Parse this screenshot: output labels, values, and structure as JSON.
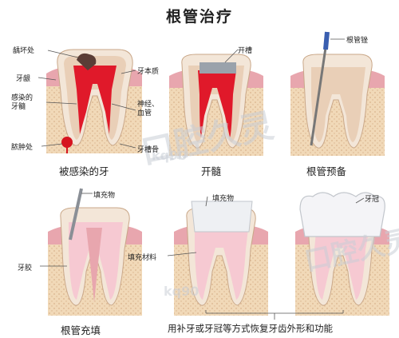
{
  "title": "根管治疗",
  "panels": {
    "p1": {
      "caption": "被感染的牙",
      "labels": {
        "caries": "龋坏处",
        "gum": "牙龈",
        "infected_pulp": "感染的\n牙髓",
        "abscess": "脓肿处",
        "dentin": "牙本质",
        "nerve_vessel": "神经、\n血管",
        "alveolar_bone": "牙槽骨"
      }
    },
    "p2": {
      "caption": "开髓",
      "labels": {
        "opening": "开槽"
      }
    },
    "p3": {
      "caption": "根管预备",
      "labels": {
        "file": "根管锉"
      }
    },
    "p4": {
      "caption": "根管充填",
      "labels": {
        "filler": "填充物",
        "gutta": "牙胶"
      }
    },
    "p5": {
      "caption": "",
      "labels": {
        "filler": "填充物",
        "filling_material": "填充材料"
      }
    },
    "p6": {
      "caption": "",
      "labels": {
        "crown": "牙冠"
      }
    },
    "bottom_caption": "用补牙或牙冠等方式恢复牙齿外形和功能"
  },
  "watermark": {
    "brand": "口腔久灵",
    "code": "kq90"
  },
  "colors": {
    "tooth": "#f3e6d8",
    "dentin": "#e9cfb7",
    "pulp_red": "#e0192a",
    "pulp_pink": "#f6c9d2",
    "gum": "#e8a6ae",
    "bone": "#f1d9b8",
    "metal": "#9aa2ab",
    "crown": "#f4f4f7"
  }
}
